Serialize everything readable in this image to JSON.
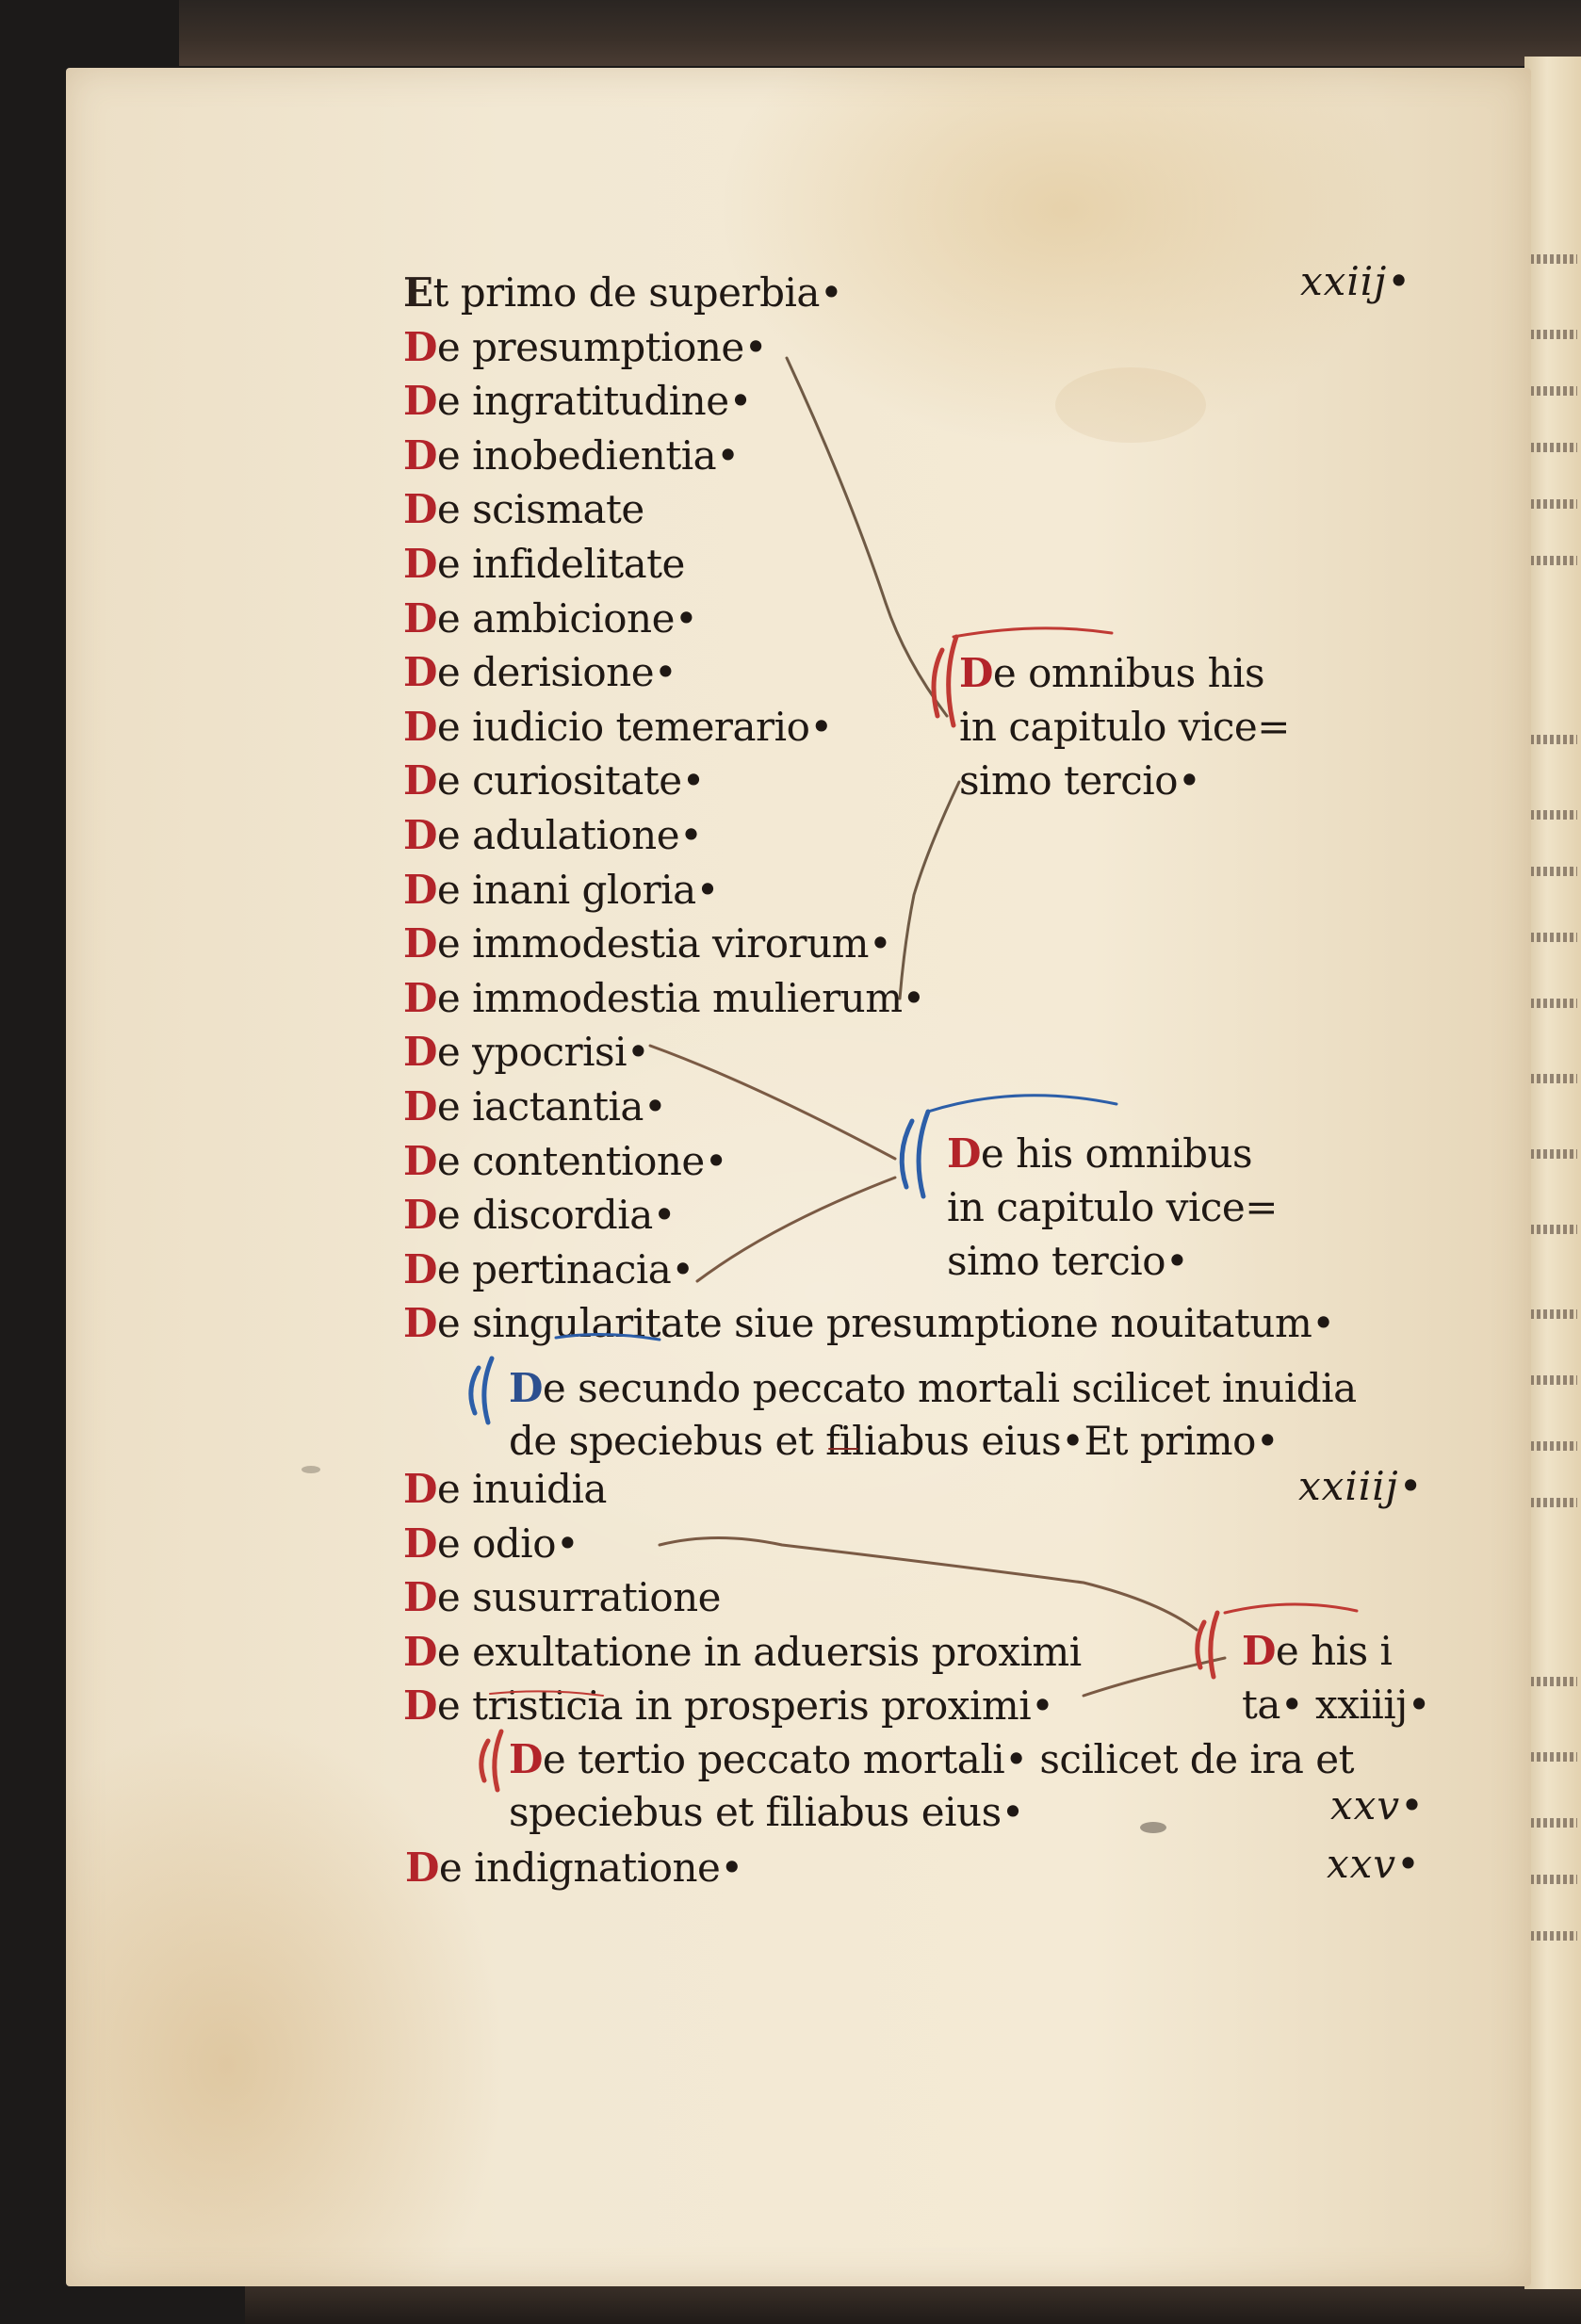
{
  "page": {
    "folio_top": "xxiij•",
    "folio_mid": "xxiiij•",
    "folio_bottom_1": "xxv•",
    "folio_bottom_2": "xxv•"
  },
  "entries": [
    {
      "initial": "E",
      "rest": "t primo de superbia•"
    },
    {
      "initial": "D",
      "rest": "e presumptione•"
    },
    {
      "initial": "D",
      "rest": "e ingratitudine•"
    },
    {
      "initial": "D",
      "rest": "e inobedientia•"
    },
    {
      "initial": "D",
      "rest": "e scismate"
    },
    {
      "initial": "D",
      "rest": "e infidelitate"
    },
    {
      "initial": "D",
      "rest": "e ambicione•"
    },
    {
      "initial": "D",
      "rest": "e derisione•"
    },
    {
      "initial": "D",
      "rest": "e iudicio temerario•"
    },
    {
      "initial": "D",
      "rest": "e curiositate•"
    },
    {
      "initial": "D",
      "rest": "e adulatione•"
    },
    {
      "initial": "D",
      "rest": "e inani gloria•"
    },
    {
      "initial": "D",
      "rest": "e immodestia virorum•"
    },
    {
      "initial": "D",
      "rest": "e immodestia mulierum•"
    },
    {
      "initial": "D",
      "rest": "e ypocrisi•"
    },
    {
      "initial": "D",
      "rest": "e iactantia•"
    },
    {
      "initial": "D",
      "rest": "e contentione•"
    },
    {
      "initial": "D",
      "rest": "e discordia•"
    },
    {
      "initial": "D",
      "rest": "e pertinacia•"
    },
    {
      "initial": "D",
      "rest": "e singularitate siue presumptione nouitatum•"
    }
  ],
  "bracket_notes": {
    "first": {
      "initial": "D",
      "lines": [
        "e omnibus his",
        "in capitulo vice=",
        "simo tercio•"
      ]
    },
    "second": {
      "initial": "D",
      "lines": [
        "e his omnibus",
        "in capitulo vice=",
        "simo tercio•"
      ]
    },
    "third": {
      "initial": "D",
      "lines": [
        "e his i",
        "ta• xxiiij•"
      ]
    }
  },
  "section_two": {
    "initial": "D",
    "line1": "e secundo peccato mortali scilicet inuidia",
    "line2": "de speciebus et filiabus eius•Et primo•"
  },
  "entries_two": [
    {
      "initial": "D",
      "rest": "e inuidia"
    },
    {
      "initial": "D",
      "rest": "e odio•"
    },
    {
      "initial": "D",
      "rest": "e susurratione"
    },
    {
      "initial": "D",
      "rest": "e exultatione in aduersis proximi"
    },
    {
      "initial": "D",
      "rest": "e tristicia in prosperis proximi•"
    }
  ],
  "section_three": {
    "initial": "D",
    "line1": "e tertio peccato mortali• scilicet de ira et",
    "line2": "speciebus et filiabus eius•"
  },
  "last_entry": {
    "initial": "D",
    "rest": "e indignatione•"
  },
  "colors": {
    "rubric_red": "#b3242a",
    "rubric_blue": "#2c4f8f",
    "ink": "#1f1814",
    "paper": "#f2e8d3"
  }
}
